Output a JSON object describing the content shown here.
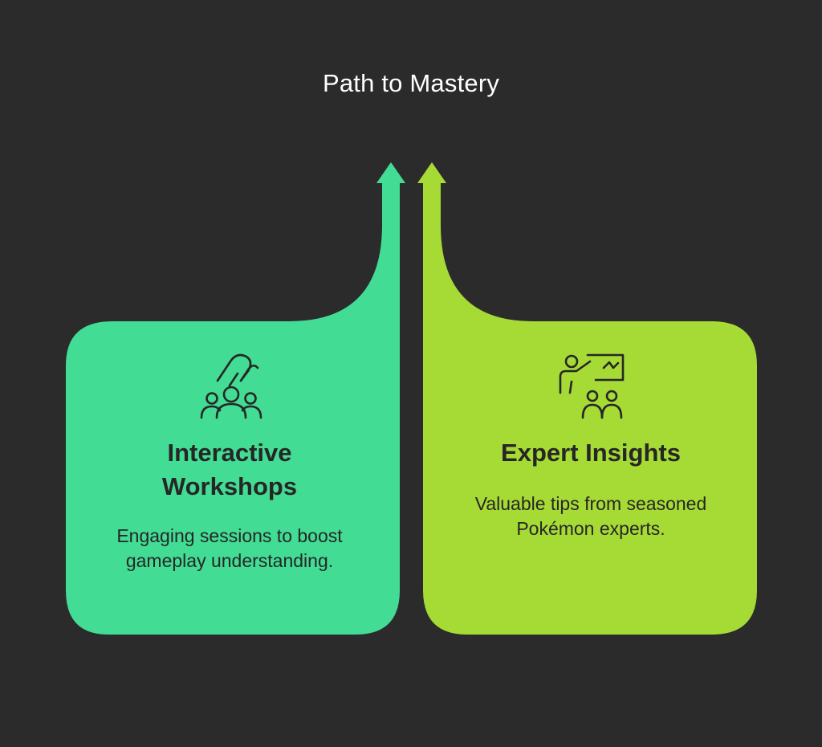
{
  "title": "Path to Mastery",
  "colors": {
    "background": "#2b2b2b",
    "left_card": "#42dc94",
    "right_card": "#a6da35",
    "text_dark": "#262626",
    "title_text": "#ffffff"
  },
  "cards": [
    {
      "title": "Interactive Workshops",
      "description": "Engaging sessions to boost gameplay understanding.",
      "icon": "workshop-group-icon"
    },
    {
      "title": "Expert Insights",
      "description": "Valuable tips from seasoned Pokémon experts.",
      "icon": "presenter-audience-icon"
    }
  ]
}
